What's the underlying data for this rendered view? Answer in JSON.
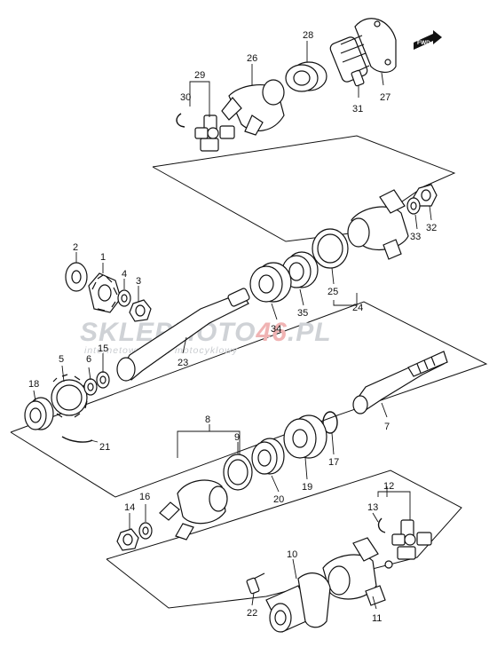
{
  "fwd_label": "FWD",
  "watermark": {
    "part1": "SKLEP",
    "part2": "MOTO",
    "part3": "46",
    "part4": ".PL",
    "subtitle": "internetowy sklep motocyklowy"
  },
  "callouts": {
    "c1": "1",
    "c2": "2",
    "c3": "3",
    "c4": "4",
    "c5": "5",
    "c6": "6",
    "c7": "7",
    "c8": "8",
    "c9": "9",
    "c10": "10",
    "c11": "11",
    "c12": "12",
    "c13": "13",
    "c14": "14",
    "c15": "15",
    "c16": "16",
    "c17": "17",
    "c18": "18",
    "c19": "19",
    "c20": "20",
    "c21": "21",
    "c22": "22",
    "c23": "23",
    "c24": "24",
    "c25": "25",
    "c26": "26",
    "c27": "27",
    "c28": "28",
    "c29": "29",
    "c30": "30",
    "c31": "31",
    "c32": "32",
    "c33": "33",
    "c34": "34",
    "c35": "35"
  }
}
